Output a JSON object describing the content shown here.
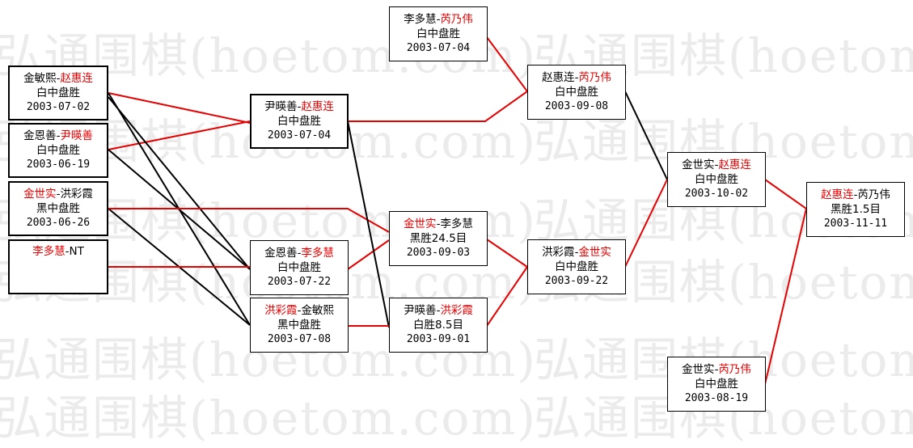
{
  "watermark_text": "弘通围棋(hoetom.com)",
  "colors": {
    "win": "#e60000",
    "normal": "#000000",
    "red_line": "#e60000",
    "black_line": "#000000"
  },
  "matches": {
    "r1a": {
      "p1": "金敏熙",
      "p2": "赵惠连",
      "winner": 2,
      "result": "白中盘胜",
      "date": "2003-07-02"
    },
    "r1b": {
      "p1": "金恩善",
      "p2": "尹暎善",
      "winner": 2,
      "result": "白中盘胜",
      "date": "2003-06-19"
    },
    "r1c": {
      "p1": "金世实",
      "p2": "洪彩霞",
      "winner": 1,
      "result": "黑中盘胜",
      "date": "2003-06-26"
    },
    "r1d": {
      "p1": "李多慧",
      "p2": "NT",
      "winner": 1,
      "result": "",
      "date": ""
    },
    "r2a": {
      "p1": "尹暎善",
      "p2": "赵惠连",
      "winner": 2,
      "result": "白中盘胜",
      "date": "2003-07-04"
    },
    "r2b": {
      "p1": "金恩善",
      "p2": "李多慧",
      "winner": 2,
      "result": "白中盘胜",
      "date": "2003-07-22"
    },
    "r2c": {
      "p1": "洪彩霞",
      "p2": "金敏熙",
      "winner": 1,
      "result": "黑中盘胜",
      "date": "2003-07-08"
    },
    "r3a": {
      "p1": "李多慧",
      "p2": "芮乃伟",
      "winner": 2,
      "result": "白中盘胜",
      "date": "2003-07-04"
    },
    "r3b": {
      "p1": "金世实",
      "p2": "李多慧",
      "winner": 1,
      "result": "黑胜24.5目",
      "date": "2003-09-03"
    },
    "r3c": {
      "p1": "尹暎善",
      "p2": "洪彩霞",
      "winner": 2,
      "result": "白胜8.5目",
      "date": "2003-09-01"
    },
    "r4a": {
      "p1": "赵惠连",
      "p2": "芮乃伟",
      "winner": 2,
      "result": "白中盘胜",
      "date": "2003-09-08"
    },
    "r4b": {
      "p1": "洪彩霞",
      "p2": "金世实",
      "winner": 2,
      "result": "白中盘胜",
      "date": "2003-09-22"
    },
    "r5a": {
      "p1": "金世实",
      "p2": "赵惠连",
      "winner": 2,
      "result": "白中盘胜",
      "date": "2003-10-02"
    },
    "r5b": {
      "p1": "金世实",
      "p2": "芮乃伟",
      "winner": 2,
      "result": "白中盘胜",
      "date": "2003-08-19"
    },
    "final": {
      "p1": "赵惠连",
      "p2": "芮乃伟",
      "winner": 1,
      "result": "黑胜1.5目",
      "date": "2003-11-11"
    }
  }
}
